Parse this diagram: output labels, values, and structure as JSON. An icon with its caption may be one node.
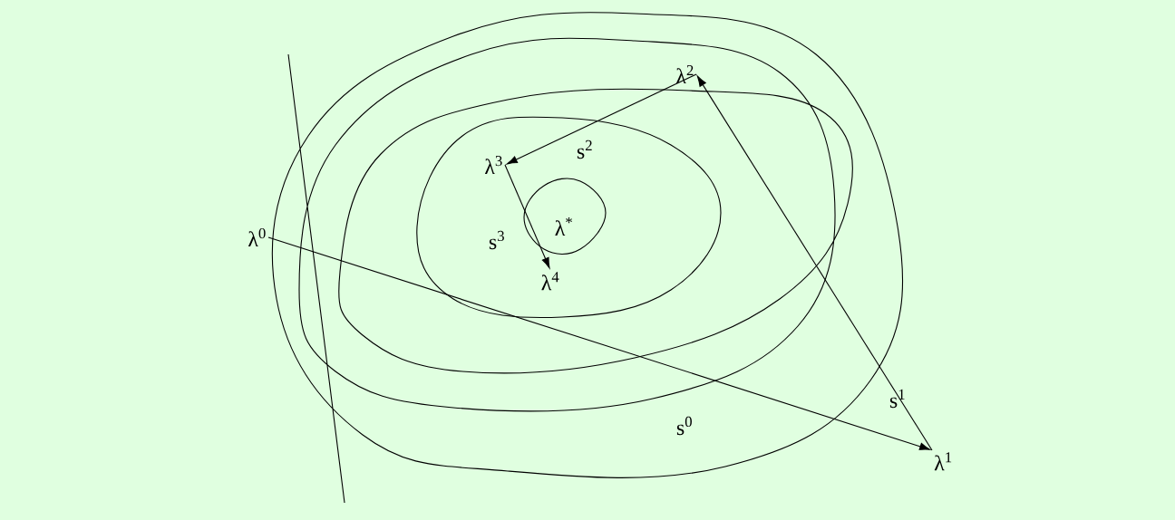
{
  "diagram": {
    "nodes": [
      {
        "text": [
          "λ$^{0}$"
        ]
      },
      {
        "text": [
          "λ$^{1}$"
        ]
      },
      {
        "text": [
          "λ$^{2}$"
        ]
      },
      {
        "text": [
          "λ$^{3}$"
        ]
      },
      {
        "text": [
          "λ$^{4}$"
        ]
      }
    ],
    "edges": [
      {
        "from": 0,
        "to": 1,
        "arrow": "to",
        "label": "s$^{0}$"
      },
      {
        "from": 1,
        "to": 2,
        "arrow": "to",
        "label": "s$^{1}$"
      },
      {
        "from": 2,
        "to": 3,
        "arrow": "to",
        "label": "s$^{2}$"
      },
      {
        "from": 3,
        "to": 4,
        "arrow": "to",
        "label": "s$^{3}$"
      }
    ],
    "labels": [
      "λ$^{*}$"
    ]
  }
}
